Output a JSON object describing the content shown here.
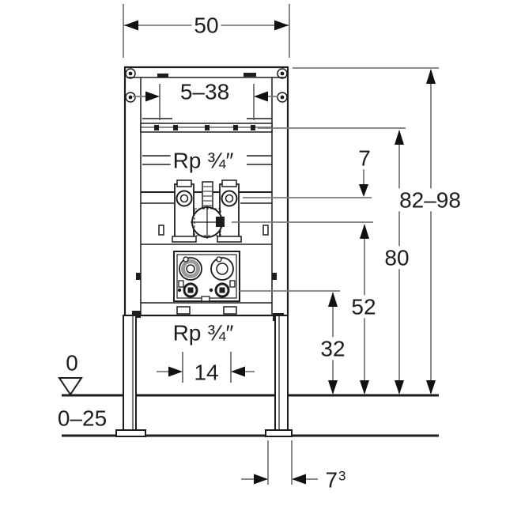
{
  "drawing": {
    "labels": {
      "frame_width": "50",
      "mount_range": "5–38",
      "thread_size_top": "Rp ¾″",
      "offset_top": "7",
      "total_height": "82–98",
      "height_rail": "80",
      "height_mixer": "52",
      "height_connector": "32",
      "thread_size_bottom": "Rp ¾″",
      "connector_spacing": "14",
      "floor_level": "0",
      "floor_buildup": "0–25",
      "foot_offset": "7",
      "foot_offset_sup": "3"
    },
    "colors": {
      "object_line": "#1d1d1d",
      "dimension_line": "#7b7b7b",
      "text": "#1d1d1d",
      "background": "#ffffff",
      "meter_ring": "#9a9a9a"
    }
  }
}
